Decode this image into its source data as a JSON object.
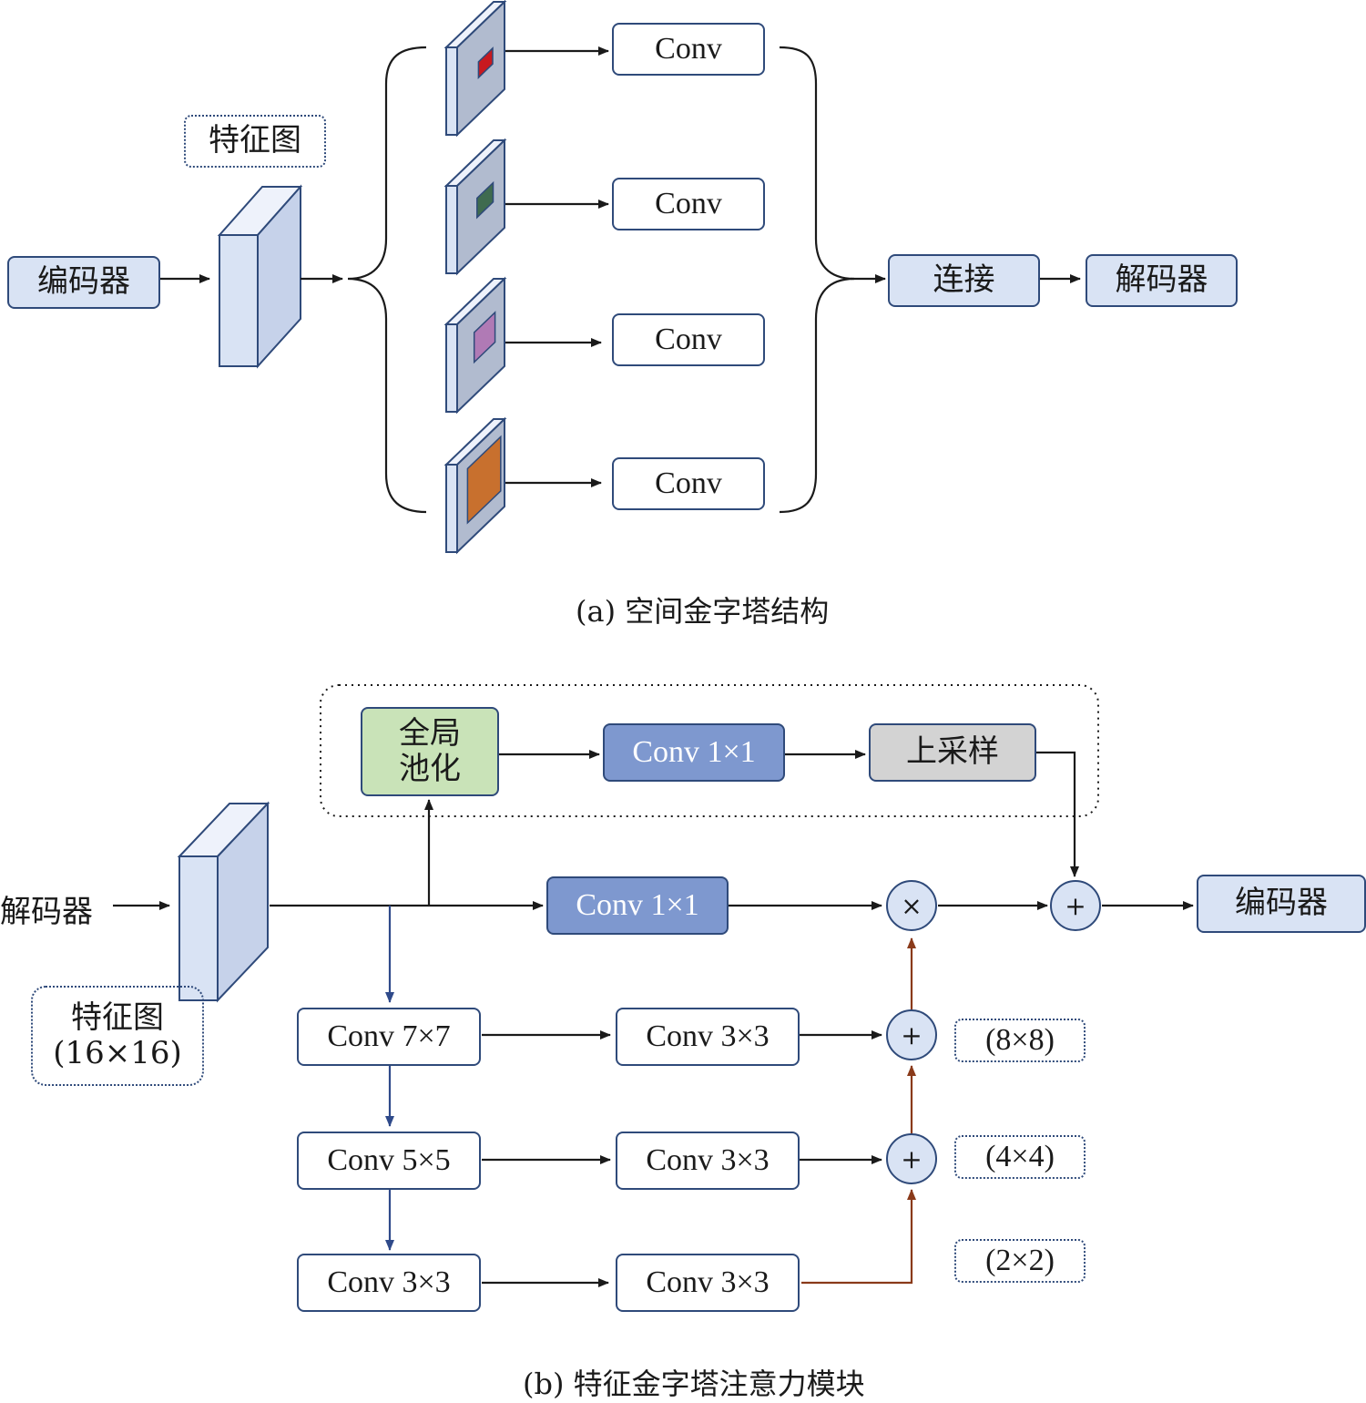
{
  "part_a": {
    "encoder": "编码器",
    "feature_map": "特征图",
    "conv_labels": [
      "Conv",
      "Conv",
      "Conv",
      "Conv"
    ],
    "concat": "连接",
    "decoder": "解码器",
    "caption": "(a) 空间金字塔结构",
    "pool_colors": [
      "#c8191f",
      "#3f6b4f",
      "#b07ab5",
      "#c8702e"
    ]
  },
  "part_b": {
    "decoder_in": "解码器",
    "feature_map": "特征图\n(16×16)",
    "global_pool": "全局\n池化",
    "conv1x1_top": "Conv 1×1",
    "upsample": "上采样",
    "conv1x1_mid": "Conv 1×1",
    "mul_symbol": "×",
    "plus_symbol": "+",
    "encoder_out": "编码器",
    "left_convs": [
      "Conv 7×7",
      "Conv 5×5",
      "Conv 3×3"
    ],
    "right_convs": [
      "Conv 3×3",
      "Conv 3×3",
      "Conv 3×3"
    ],
    "scales": [
      "(8×8)",
      "(4×4)",
      "(2×2)"
    ],
    "caption": "(b) 特征金字塔注意力模块"
  }
}
